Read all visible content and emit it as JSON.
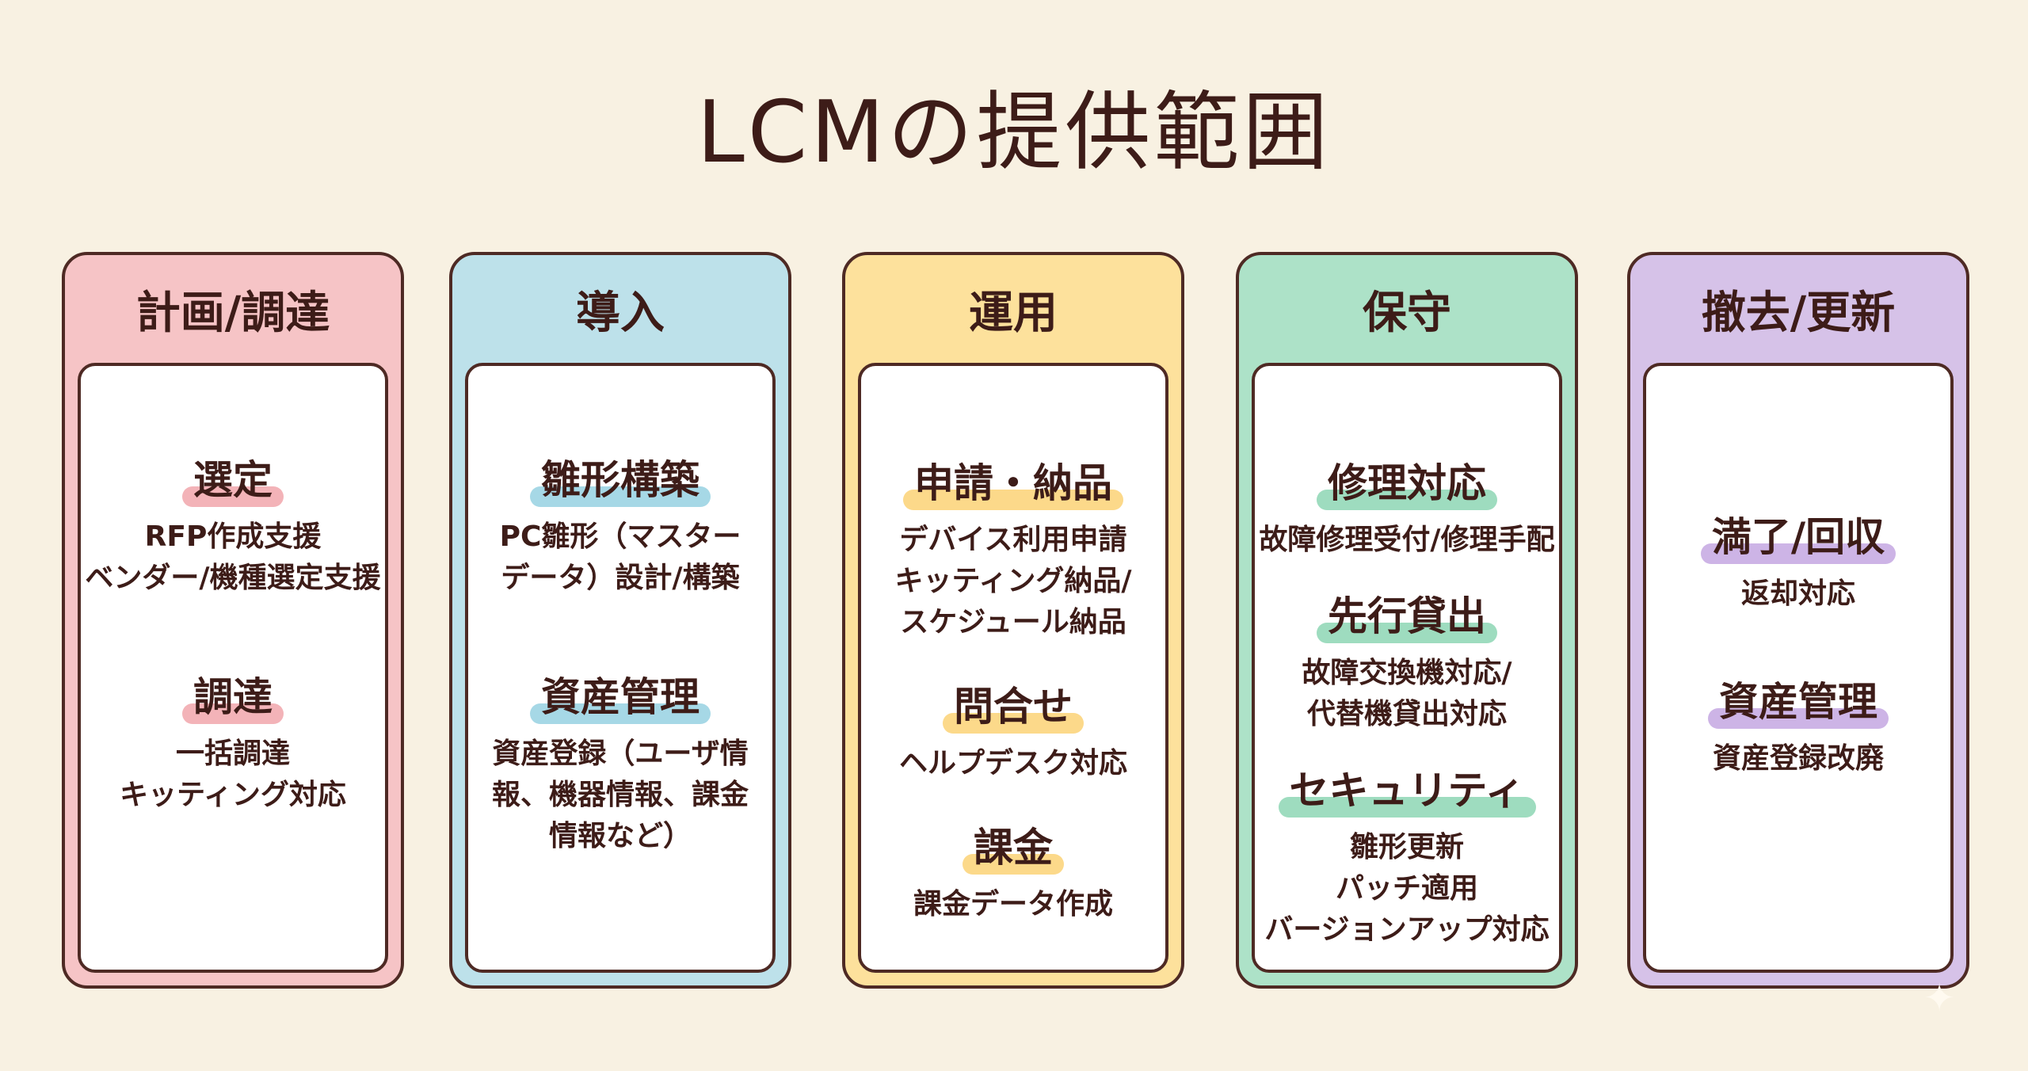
{
  "title": "LCMの提供範囲",
  "colors": {
    "background": "#f8f1e2",
    "text": "#3d1c18",
    "planning": "#f6c4c6",
    "introduction": "#bde1ea",
    "operation": "#fde19c",
    "maintenance": "#ade2c8",
    "retirement": "#d6c2e8"
  },
  "columns": [
    {
      "header": "計画/調達",
      "groups": [
        {
          "heading": "選定",
          "lines": [
            "RFP作成支援",
            "ベンダー/機種選定支援"
          ]
        },
        {
          "heading": "調達",
          "lines": [
            "一括調達",
            "キッティング対応"
          ]
        }
      ]
    },
    {
      "header": "導入",
      "groups": [
        {
          "heading": "雛形構築",
          "lines": [
            "PC雛形（マスター",
            "データ）設計/構築"
          ]
        },
        {
          "heading": "資産管理",
          "lines": [
            "資産登録（ユーザ情",
            "報、機器情報、課金",
            "情報など）"
          ]
        }
      ]
    },
    {
      "header": "運用",
      "groups": [
        {
          "heading": "申請・納品",
          "lines": [
            "デバイス利用申請",
            "キッティング納品/",
            "スケジュール納品"
          ]
        },
        {
          "heading": "問合せ",
          "lines": [
            "ヘルプデスク対応"
          ]
        },
        {
          "heading": "課金",
          "lines": [
            "課金データ作成"
          ]
        }
      ]
    },
    {
      "header": "保守",
      "groups": [
        {
          "heading": "修理対応",
          "lines": [
            "故障修理受付/修理手配"
          ]
        },
        {
          "heading": "先行貸出",
          "lines": [
            "故障交換機対応/",
            "代替機貸出対応"
          ]
        },
        {
          "heading": "セキュリティ",
          "lines": [
            "雛形更新",
            "パッチ適用",
            "バージョンアップ対応"
          ]
        }
      ]
    },
    {
      "header": "撤去/更新",
      "groups": [
        {
          "heading": "満了/回収",
          "lines": [
            "返却対応"
          ]
        },
        {
          "heading": "資産管理",
          "lines": [
            "資産登録改廃"
          ]
        }
      ]
    }
  ]
}
